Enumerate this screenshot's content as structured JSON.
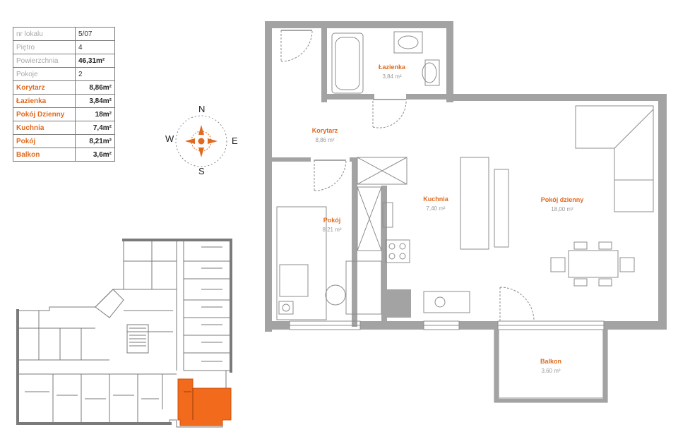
{
  "info": {
    "rows": [
      {
        "label": "nr lokalu",
        "value": "5/07",
        "style": "gray"
      },
      {
        "label": "Piętro",
        "value": "4",
        "style": "gray"
      },
      {
        "label": "Powierzchnia",
        "value": "46,31m²",
        "style": "gray-bold"
      },
      {
        "label": "Pokoje",
        "value": "2",
        "style": "gray"
      },
      {
        "label": "Korytarz",
        "value": "8,86m²",
        "style": "orange"
      },
      {
        "label": "Łazienka",
        "value": "3,84m²",
        "style": "orange"
      },
      {
        "label": "Pokój Dzienny",
        "value": "18m²",
        "style": "orange"
      },
      {
        "label": "Kuchnia",
        "value": "7,4m²",
        "style": "orange"
      },
      {
        "label": "Pokój",
        "value": "8,21m²",
        "style": "orange"
      },
      {
        "label": "Balkon",
        "value": "3,6m²",
        "style": "orange"
      }
    ]
  },
  "compass": {
    "n": "N",
    "s": "S",
    "e": "E",
    "w": "W"
  },
  "rooms": {
    "lazienka": {
      "name": "Łazienka",
      "area": "3,84 m²"
    },
    "korytarz": {
      "name": "Korytarz",
      "area": "8,86 m²"
    },
    "kuchnia": {
      "name": "Kuchnia",
      "area": "7,40 m²"
    },
    "pokoj_dzienny": {
      "name": "Pokój dzienny",
      "area": "18,00 m²"
    },
    "pokoj": {
      "name": "Pokój",
      "area": "8,21 m²"
    },
    "balkon": {
      "name": "Balkon",
      "area": "3,60 m²"
    }
  },
  "colors": {
    "accent": "#e06a1f",
    "wall": "#9a9a9a",
    "line": "#8c8c8c",
    "highlight": "#f26a1b"
  },
  "icons": [
    "compass-rose-icon"
  ]
}
